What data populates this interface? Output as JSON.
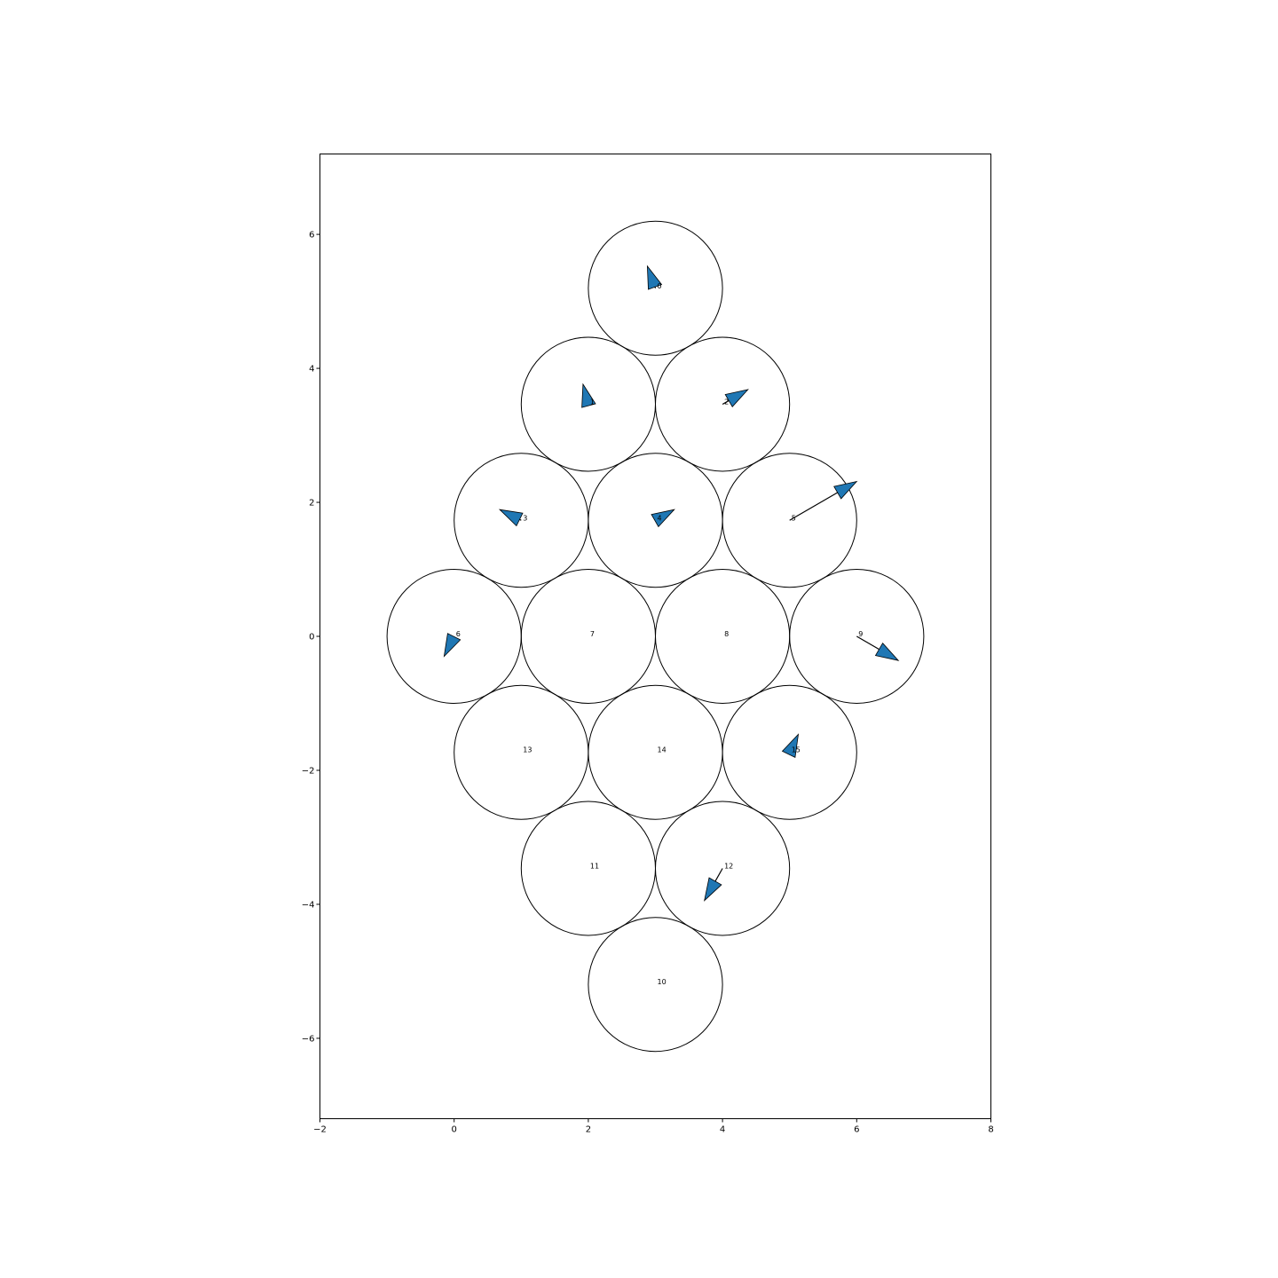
{
  "chart_data": {
    "type": "scatter",
    "title": "",
    "xlabel": "",
    "ylabel": "",
    "xlim": [
      -2,
      8
    ],
    "ylim": [
      -7.2,
      7.2
    ],
    "x_ticks": [
      -2,
      0,
      2,
      4,
      6,
      8
    ],
    "y_ticks": [
      -6,
      -4,
      -2,
      0,
      2,
      4,
      6
    ],
    "circle_radius": 1.0,
    "grid": false,
    "colors": {
      "arrow_fill": "#1f77b4",
      "edge": "#000000"
    },
    "nodes": [
      {
        "label": "0",
        "x": 3,
        "y": 5.196,
        "dx": -0.12,
        "dy": 0.33
      },
      {
        "label": "1",
        "x": 2,
        "y": 3.464,
        "dx": -0.08,
        "dy": 0.3
      },
      {
        "label": "2",
        "x": 4,
        "y": 3.464,
        "dx": 0.38,
        "dy": 0.22
      },
      {
        "label": "3",
        "x": 1,
        "y": 1.732,
        "dx": -0.32,
        "dy": 0.16
      },
      {
        "label": "4",
        "x": 3,
        "y": 1.732,
        "dx": 0.28,
        "dy": 0.16
      },
      {
        "label": "5",
        "x": 5,
        "y": 1.732,
        "dx": 1.0,
        "dy": 0.58
      },
      {
        "label": "6",
        "x": 0,
        "y": 0,
        "dx": -0.15,
        "dy": -0.3
      },
      {
        "label": "7",
        "x": 2,
        "y": 0,
        "dx": 0,
        "dy": 0
      },
      {
        "label": "8",
        "x": 4,
        "y": 0,
        "dx": 0,
        "dy": 0
      },
      {
        "label": "9",
        "x": 6,
        "y": 0,
        "dx": 0.62,
        "dy": -0.36
      },
      {
        "label": "10",
        "x": 3,
        "y": -5.196,
        "dx": 0,
        "dy": 0
      },
      {
        "label": "11",
        "x": 2,
        "y": -3.464,
        "dx": 0,
        "dy": 0
      },
      {
        "label": "12",
        "x": 4,
        "y": -3.464,
        "dx": -0.27,
        "dy": -0.48
      },
      {
        "label": "13",
        "x": 1,
        "y": -1.732,
        "dx": 0,
        "dy": 0
      },
      {
        "label": "14",
        "x": 3,
        "y": -1.732,
        "dx": 0,
        "dy": 0
      },
      {
        "label": "15",
        "x": 5,
        "y": -1.732,
        "dx": 0.13,
        "dy": 0.27
      }
    ]
  }
}
